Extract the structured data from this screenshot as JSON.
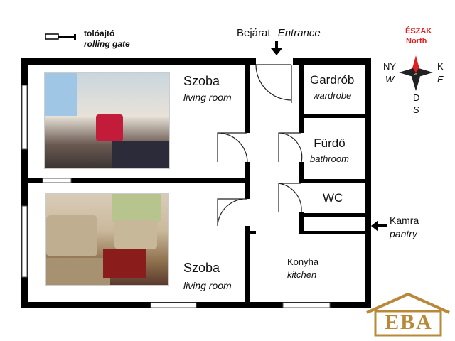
{
  "legend": {
    "hu": "tolóajtó",
    "en": "rolling gate"
  },
  "entrance": {
    "hu": "Bejárat",
    "en": "Entrance"
  },
  "compass": {
    "north_hu": "ÉSZAK",
    "north_en": "North",
    "ny": "NY",
    "w": "W",
    "k": "K",
    "e": "E",
    "d": "D",
    "s": "S",
    "accent": "#e02020"
  },
  "rooms": {
    "living_top": {
      "hu": "Szoba",
      "en": "living room"
    },
    "living_bottom": {
      "hu": "Szoba",
      "en": "living room"
    },
    "wardrobe": {
      "hu": "Gardrób",
      "en": "wardrobe"
    },
    "bathroom": {
      "hu": "Fürdő",
      "en": "bathroom"
    },
    "wc": {
      "hu": "WC"
    },
    "kitchen": {
      "hu": "Konyha",
      "en": "kitchen"
    }
  },
  "pantry": {
    "hu": "Kamra",
    "en": "pantry"
  },
  "logo": {
    "text": "EBA",
    "color": "#b8893a"
  },
  "colors": {
    "wall": "#000000",
    "door": "#222222"
  }
}
